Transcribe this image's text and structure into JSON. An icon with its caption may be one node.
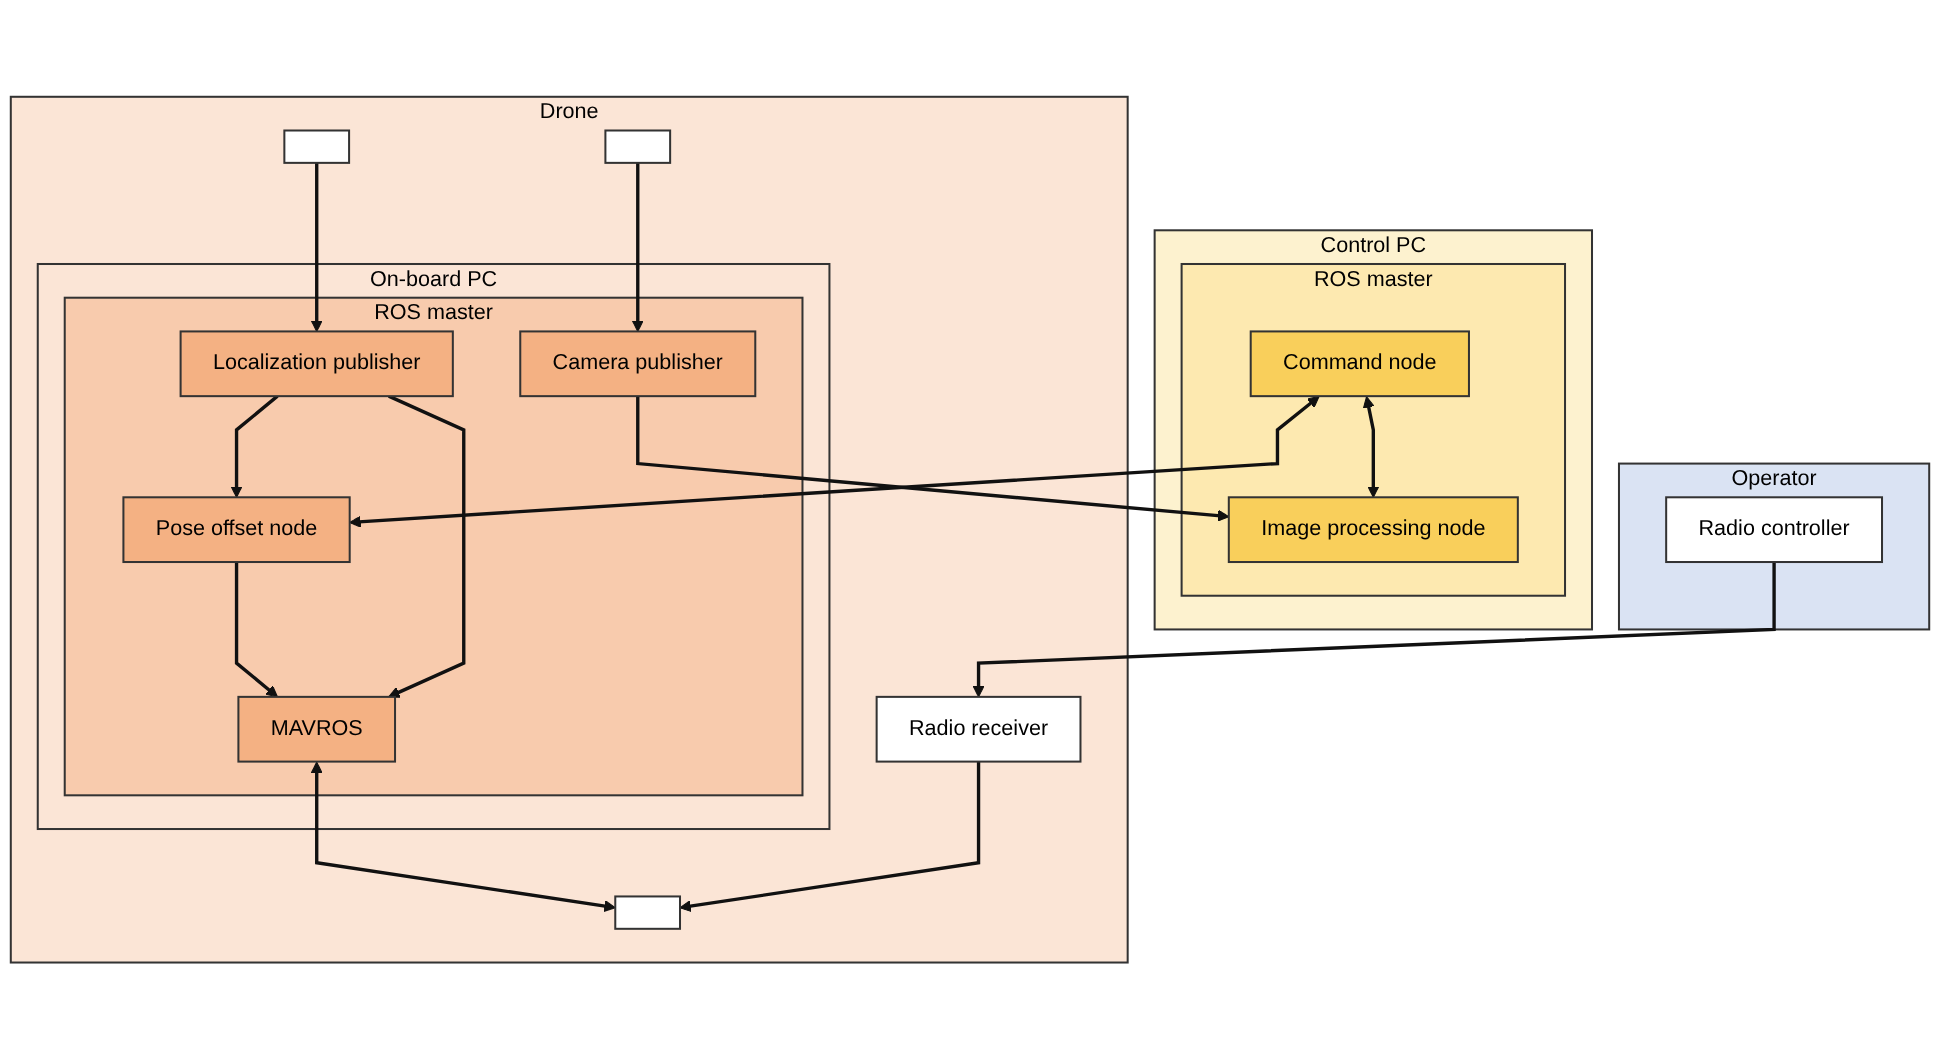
{
  "diagram": {
    "nodes": [
      {
        "text": [
          "Control PC"
        ]
      },
      {
        "text": [
          "ROS master"
        ],
        "in": 0
      },
      {
        "text": [
          "Command node"
        ],
        "in": 1
      },
      {
        "text": [
          "Image processing node"
        ],
        "in": 1
      },
      {
        "text": [
          "Drone"
        ]
      },
      {
        "text": [],
        "shape": "box",
        "in": 4
      },
      {
        "text": [
          "On-board PC"
        ],
        "in": 4
      },
      {
        "text": [
          "ROS master"
        ],
        "in": 6
      },
      {
        "text": [
          "Pose offset node"
        ],
        "in": 7
      },
      {
        "text": [
          "Localization publisher"
        ],
        "in": 7
      },
      {
        "text": [
          "Camera publisher"
        ],
        "in": 7
      },
      {
        "text": [
          "MAVROS"
        ],
        "in": 7
      },
      {
        "text": [],
        "shape": "box",
        "in": 4
      },
      {
        "text": [
          "Radio receiver"
        ],
        "in": 4
      },
      {
        "text": [],
        "shape": "box",
        "in": 4
      },
      {
        "text": [
          "Operator"
        ]
      },
      {
        "text": [
          "Radio controller"
        ],
        "in": 15
      }
    ],
    "edges": [
      {
        "from": 2,
        "to": 8,
        "arrow": "both"
      },
      {
        "from": 2,
        "to": 3,
        "arrow": "both"
      },
      {
        "from": 5,
        "to": 9,
        "arrow": "to"
      },
      {
        "from": 9,
        "to": 8,
        "arrow": "to"
      },
      {
        "from": 8,
        "to": 11,
        "arrow": "to"
      },
      {
        "from": 9,
        "to": 11,
        "arrow": "to"
      },
      {
        "from": 10,
        "to": 3,
        "arrow": "to"
      },
      {
        "from": 12,
        "to": 10,
        "arrow": "to"
      },
      {
        "from": 11,
        "to": 14,
        "arrow": "both"
      },
      {
        "from": 16,
        "to": 13,
        "arrow": "to"
      },
      {
        "from": 13,
        "to": 14,
        "arrow": "to"
      }
    ]
  }
}
